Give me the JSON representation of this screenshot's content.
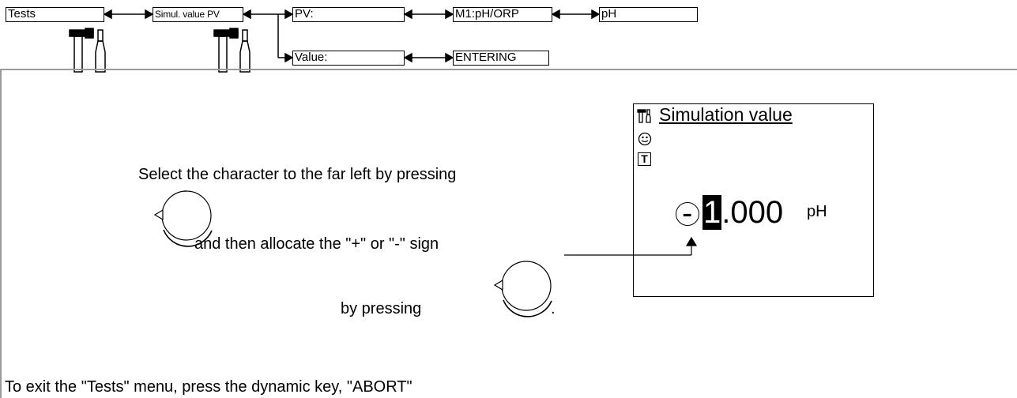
{
  "menu_path": {
    "tests": "Tests",
    "simul_value": "Simul. value PV",
    "pv": "PV:",
    "module": "M1:pH/ORP",
    "ph": "pH",
    "value": "Value:",
    "entering": "ENTERING"
  },
  "panel": {
    "instruction_select": "Select the character to the far left by pressing",
    "instruction_allocate": "and then allocate the \"+\" or \"-\" sign",
    "instruction_by_pressing": "by pressing",
    "period": ".",
    "exit_note": "To exit the \"Tests\" menu, press the dynamic key, \"ABORT\""
  },
  "display": {
    "title": "Simulation value",
    "t_icon_letter": "T",
    "sign": "-",
    "digit_selected": "1",
    "digits_rest": ".000",
    "unit": "pH"
  }
}
